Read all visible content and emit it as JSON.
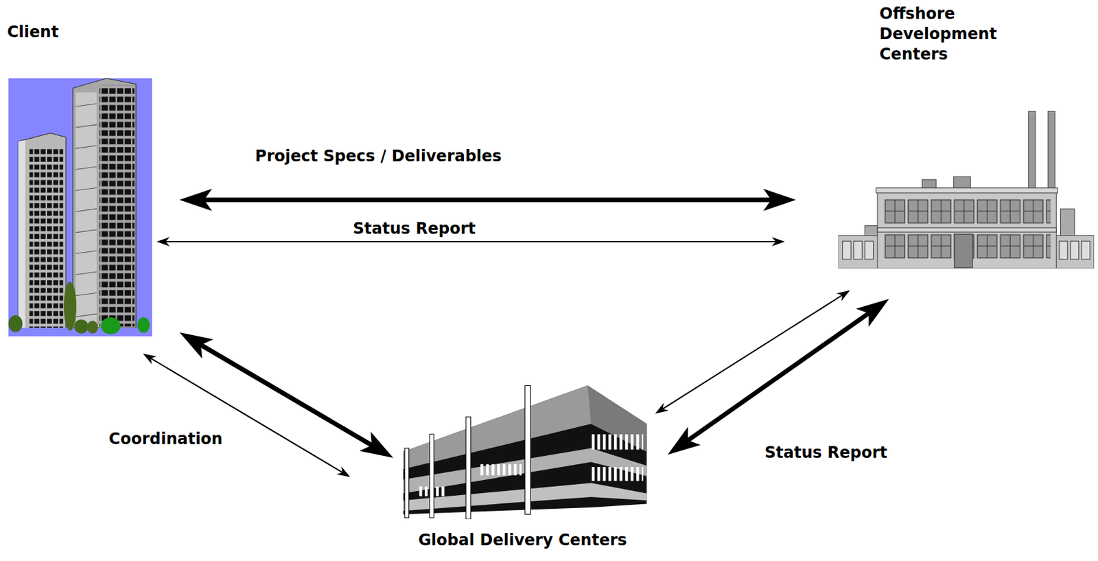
{
  "diagram": {
    "nodes": [
      {
        "text": [
          "Client"
        ]
      },
      {
        "text": [
          "Offshore Development Centers"
        ]
      },
      {
        "text": [
          "Global Delivery Centers"
        ]
      }
    ],
    "edges": [
      {
        "from": 0,
        "to": 1,
        "arrow": "both",
        "label": "Project Specs / Deliverables"
      },
      {
        "from": 0,
        "to": 1,
        "arrow": "both",
        "label": "Status Report"
      },
      {
        "from": 0,
        "to": 2,
        "arrow": "both"
      },
      {
        "from": 0,
        "to": 2,
        "arrow": "both",
        "label": "Coordination"
      },
      {
        "from": 2,
        "to": 1,
        "arrow": "both"
      },
      {
        "from": 2,
        "to": 1,
        "arrow": "both",
        "label": "Status Report"
      }
    ]
  }
}
